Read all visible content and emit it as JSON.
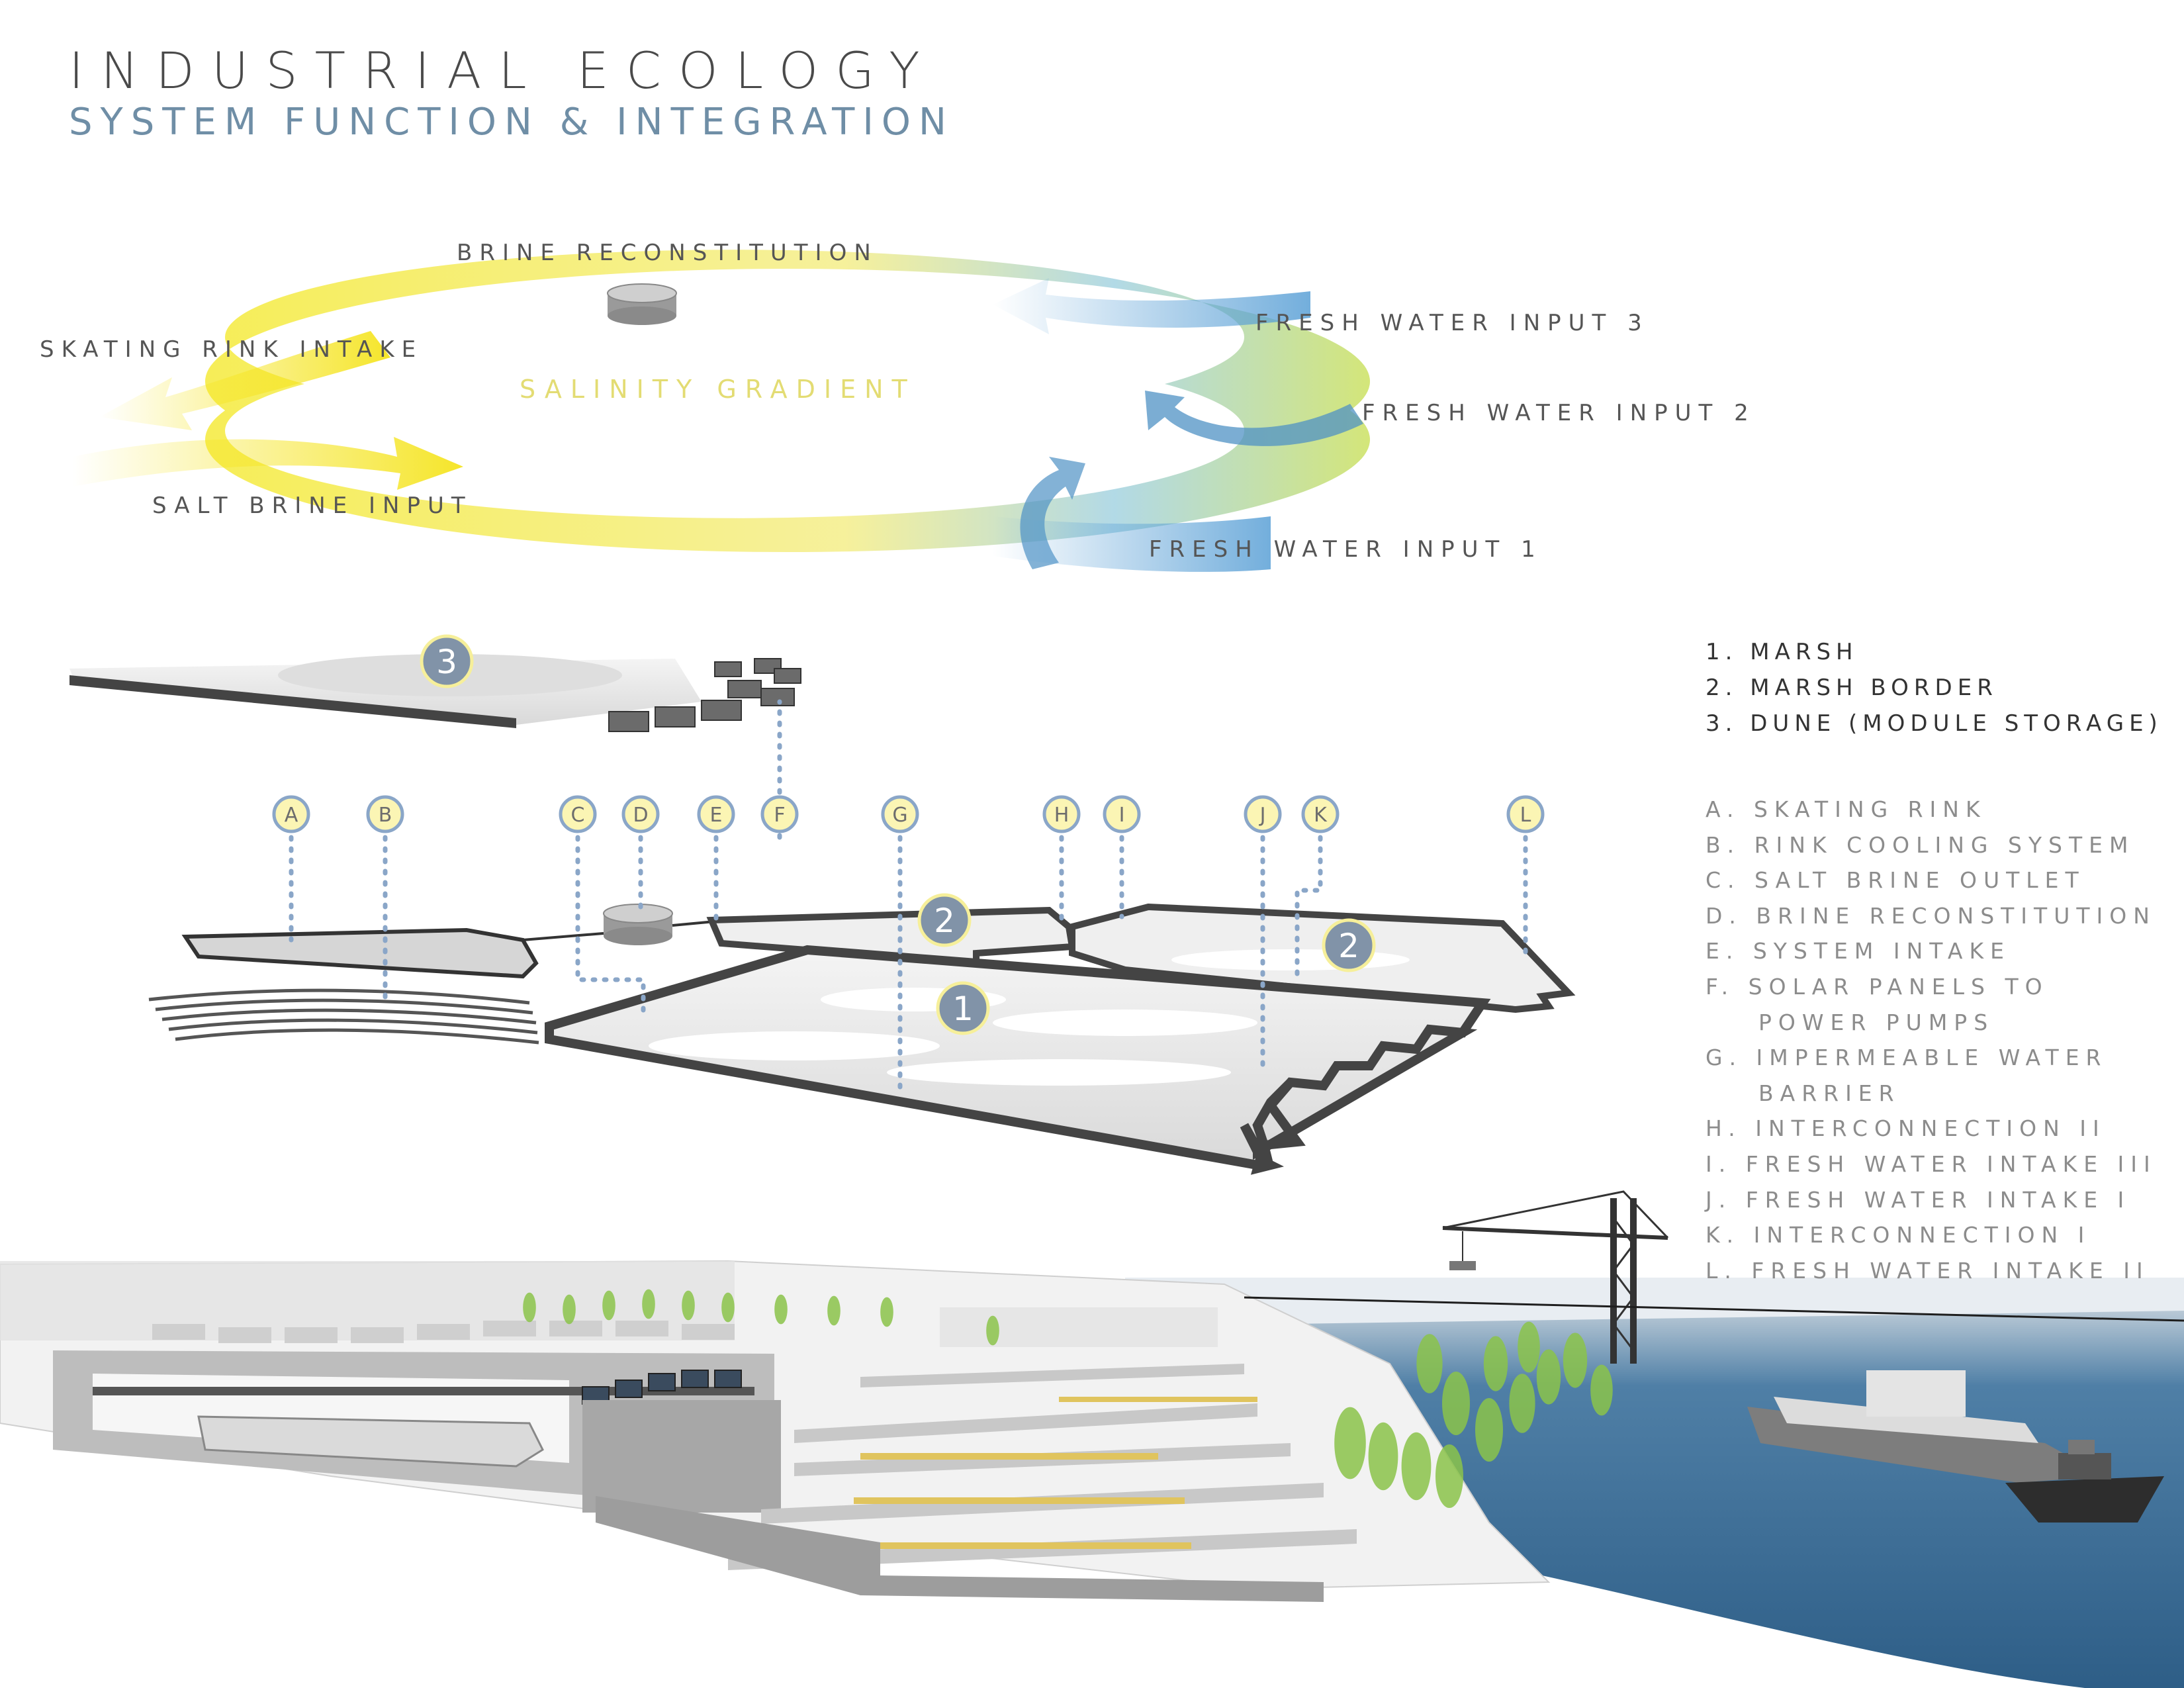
{
  "header": {
    "title": "INDUSTRIAL ECOLOGY",
    "subtitle": "SYSTEM FUNCTION & INTEGRATION"
  },
  "cycle": {
    "brine_reconstitution": "BRINE RECONSTITUTION",
    "skating_rink_intake": "SKATING RINK INTAKE",
    "salinity_gradient": "SALINITY GRADIENT",
    "salt_brine_input": "SALT BRINE INPUT",
    "fresh_water_input_3": "FRESH WATER INPUT 3",
    "fresh_water_input_2": "FRESH WATER INPUT 2",
    "fresh_water_input_1": "FRESH WATER INPUT 1"
  },
  "zone_markers": [
    "1",
    "2",
    "2",
    "3"
  ],
  "component_markers": [
    "A",
    "B",
    "C",
    "D",
    "E",
    "F",
    "G",
    "H",
    "I",
    "J",
    "K",
    "L"
  ],
  "legend": {
    "zones": [
      "1. MARSH",
      "2. MARSH BORDER",
      "3. DUNE (MODULE STORAGE)"
    ],
    "components": [
      {
        "text": "A. SKATING RINK",
        "indent": false
      },
      {
        "text": "B. RINK COOLING SYSTEM",
        "indent": false
      },
      {
        "text": "C. SALT BRINE OUTLET",
        "indent": false
      },
      {
        "text": "D. BRINE RECONSTITUTION",
        "indent": false
      },
      {
        "text": "E. SYSTEM INTAKE",
        "indent": false
      },
      {
        "text": "F. SOLAR PANELS TO",
        "indent": false
      },
      {
        "text": "POWER PUMPS",
        "indent": true
      },
      {
        "text": "G. IMPERMEABLE WATER",
        "indent": false
      },
      {
        "text": "BARRIER",
        "indent": true
      },
      {
        "text": "H. INTERCONNECTION II",
        "indent": false
      },
      {
        "text": "I.  FRESH WATER INTAKE III",
        "indent": false
      },
      {
        "text": "J. FRESH WATER INTAKE I",
        "indent": false
      },
      {
        "text": "K. INTERCONNECTION I",
        "indent": false
      },
      {
        "text": "L. FRESH WATER INTAKE II",
        "indent": false
      }
    ]
  },
  "colors": {
    "brine_yellow": "#f5ea3a",
    "fresh_blue": "#5aa0d6",
    "title_blue": "#6f8ea6",
    "marker_fill": "#fbf5b4",
    "zone_marker_fill": "#8193a8",
    "water": "#3f6f96"
  }
}
